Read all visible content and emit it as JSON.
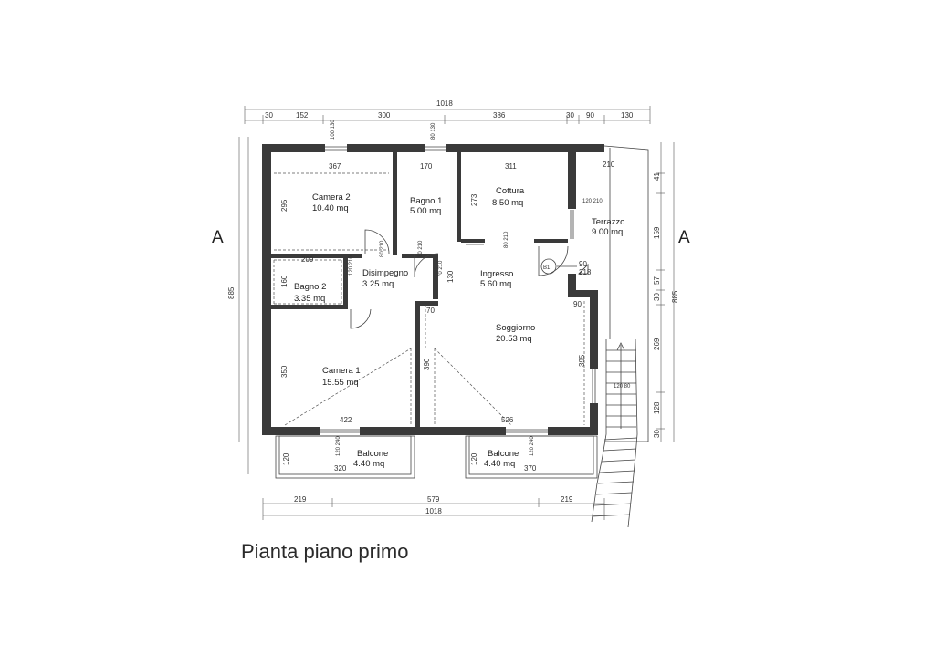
{
  "title": "Pianta piano primo",
  "section_marks": [
    "A",
    "A"
  ],
  "rooms": [
    {
      "name": "Camera 2",
      "area": "10.40 mq"
    },
    {
      "name": "Bagno 1",
      "area": "5.00 mq"
    },
    {
      "name": "Cottura",
      "area": "8.50 mq"
    },
    {
      "name": "Terrazzo",
      "area": "9.00 mq"
    },
    {
      "name": "Disimpegno",
      "area": "3.25 mq"
    },
    {
      "name": "Bagno 2",
      "area": "3.35 mq"
    },
    {
      "name": "Ingresso",
      "area": "5.60 mq"
    },
    {
      "name": "Soggiorno",
      "area": "20.53 mq"
    },
    {
      "name": "Camera 1",
      "area": "15.55 mq"
    },
    {
      "name": "Balcone",
      "area": "4.40 mq"
    },
    {
      "name": "Balcone",
      "area": "4.40 mq"
    }
  ],
  "dims_top": {
    "total": "1018",
    "segments": [
      "30",
      "152",
      "300",
      "386",
      "30",
      "90",
      "130"
    ]
  },
  "dims_bottom": {
    "segments": [
      "219",
      "579",
      "219"
    ],
    "total": "1018"
  },
  "dims_left": {
    "total": "885"
  },
  "dims_right": {
    "total": "885",
    "segments": [
      "41",
      "159",
      "57",
      "30",
      "269",
      "128",
      "30"
    ]
  },
  "inner_dims": {
    "camera2_w": "367",
    "camera2_h": "295",
    "bagno1_w": "170",
    "cottura_w": "311",
    "cottura_h": "273",
    "terrazzo_w": "210",
    "bagno2_w": "209",
    "bagno2_h": "160",
    "disimpegno": "130",
    "disimpegno_w": "70",
    "soggiorno_h": "395",
    "soggiorno_w": "526",
    "camera1_w": "422",
    "camera1_h": "350",
    "ingresso_h": "390",
    "terr_90": "90",
    "terr_218": "218",
    "sogg_90": "90",
    "balc_120": "120",
    "balc1_320": "320",
    "balc2_370": "370",
    "cott_win": "120 210",
    "sogg_win": "120 80"
  },
  "openings": [
    "100 130",
    "80 130",
    "80 210",
    "80 210",
    "80 210",
    "120 210",
    "120 240",
    "120 240",
    "70 210"
  ],
  "label_b1": "B1"
}
